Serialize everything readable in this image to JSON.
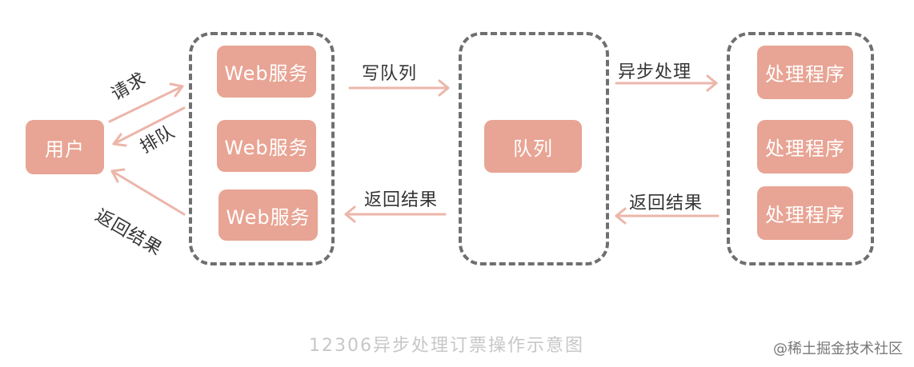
{
  "nodes": {
    "user": "用户",
    "web_services": [
      "Web服务",
      "Web服务",
      "Web服务"
    ],
    "queue": "队列",
    "handlers": [
      "处理程序",
      "处理程序",
      "处理程序"
    ]
  },
  "edges": {
    "request": "请求",
    "queued": "排队",
    "return_to_user": "返回结果",
    "write_queue": "写队列",
    "return_to_web": "返回结果",
    "async_process": "异步处理",
    "return_to_queue": "返回结果"
  },
  "caption": "12306异步处理订票操作示意图",
  "watermark": "@稀土掘金技术社区",
  "colors": {
    "node_fill": "#e8a494",
    "arrow": "#ecb6aa",
    "group_border": "#6f6f6f"
  }
}
